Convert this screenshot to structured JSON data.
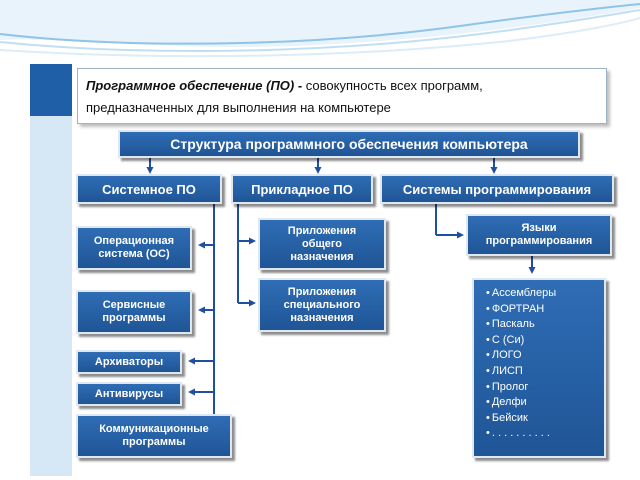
{
  "definition": {
    "term": "Программное обеспечение (ПО) -",
    "text_line1": " совокупность всех программ,",
    "text_line2": "предназначенных для выполнения на компьютере"
  },
  "title": "Структура программного обеспечения компьютера",
  "categories": {
    "system": "Системное ПО",
    "applied": "Прикладное ПО",
    "programming": "Системы программирования"
  },
  "system_items": [
    "Операционная система (ОС)",
    "Сервисные программы",
    "Архиваторы",
    "Антивирусы",
    "Коммуникационные программы"
  ],
  "applied_items": [
    "Приложения общего назначения",
    "Приложения специального назначения"
  ],
  "programming": {
    "languages_box": "Языки программирования",
    "languages": [
      "Ассемблеры",
      "ФОРТРАН",
      "Паскаль",
      "С (Си)",
      "ЛОГО",
      "ЛИСП",
      "Пролог",
      "Делфи",
      "Бейсик",
      ". . . . . . . . . ."
    ]
  },
  "colors": {
    "node_fill": "#2a63a8",
    "connector": "#1f4fa0",
    "sidebar_dark": "#1f5fa8",
    "sidebar_light": "#d6e7f5"
  }
}
